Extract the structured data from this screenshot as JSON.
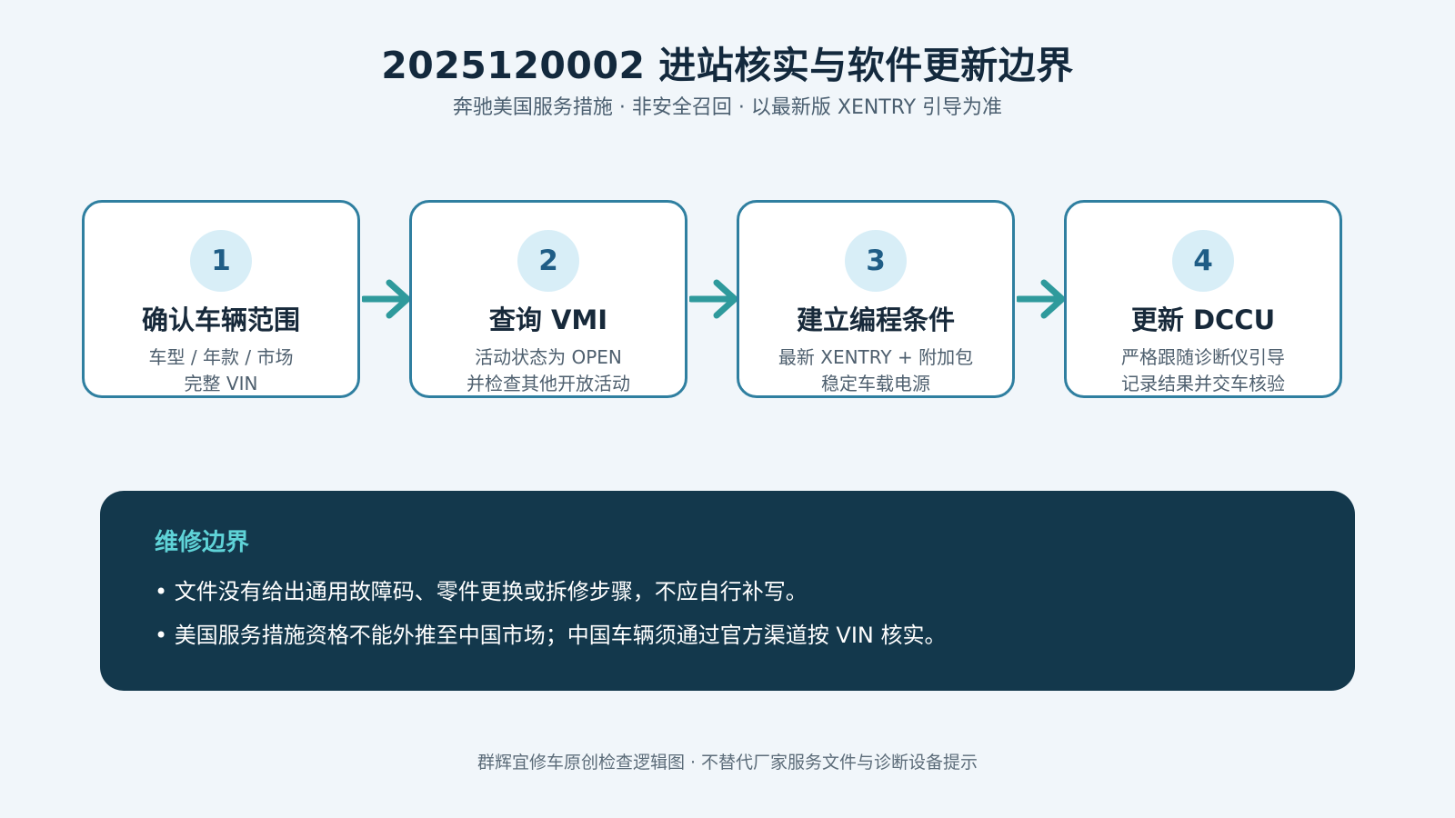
{
  "title": "2025120002 进站核实与软件更新边界",
  "subtitle": "奔驰美国服务措施 · 非安全召回 · 以最新版 XENTRY 引导为准",
  "colors": {
    "background": "#f1f6fa",
    "card_border": "#2f7fa0",
    "badge_fill": "#d8eef7",
    "arrow": "#2f9a9c",
    "panel": "#13384c",
    "panel_title": "#5fd3d7"
  },
  "steps": [
    {
      "number": "1",
      "title": "确认车辆范围",
      "lines": [
        "车型 / 年款 / 市场",
        "完整 VIN"
      ]
    },
    {
      "number": "2",
      "title": "查询 VMI",
      "lines": [
        "活动状态为 OPEN",
        "并检查其他开放活动"
      ]
    },
    {
      "number": "3",
      "title": "建立编程条件",
      "lines": [
        "最新 XENTRY + 附加包",
        "稳定车载电源"
      ]
    },
    {
      "number": "4",
      "title": "更新 DCCU",
      "lines": [
        "严格跟随诊断仪引导",
        "记录结果并交车核验"
      ]
    }
  ],
  "arrow_icon": "arrow-right-icon",
  "boundary": {
    "title": "维修边界",
    "items": [
      "• 文件没有给出通用故障码、零件更换或拆修步骤，不应自行补写。",
      "• 美国服务措施资格不能外推至中国市场；中国车辆须通过官方渠道按 VIN 核实。"
    ]
  },
  "footer": "群辉宜修车原创检查逻辑图 · 不替代厂家服务文件与诊断设备提示"
}
